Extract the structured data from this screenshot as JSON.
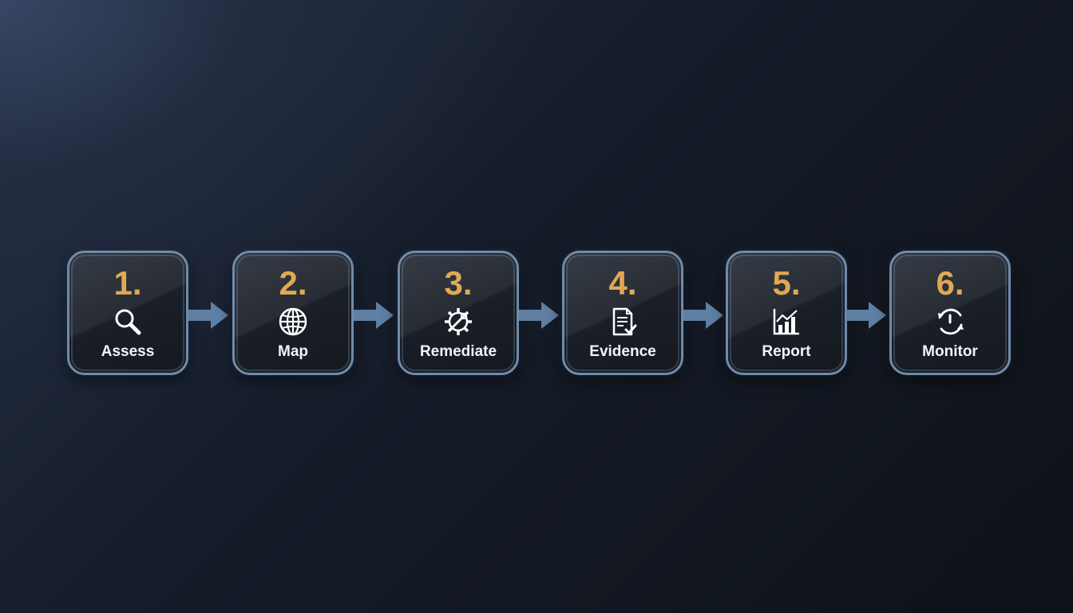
{
  "steps": [
    {
      "number": "1.",
      "label": "Assess",
      "icon": "magnifier-icon"
    },
    {
      "number": "2.",
      "label": "Map",
      "icon": "globe-icon"
    },
    {
      "number": "3.",
      "label": "Remediate",
      "icon": "gear-wrench-icon"
    },
    {
      "number": "4.",
      "label": "Evidence",
      "icon": "document-check-icon"
    },
    {
      "number": "5.",
      "label": "Report",
      "icon": "bar-chart-icon"
    },
    {
      "number": "6.",
      "label": "Monitor",
      "icon": "refresh-clock-icon"
    }
  ],
  "colors": {
    "number": "#e0a955",
    "label": "#f2f4f7",
    "border": "#6f8bab",
    "arrow": "#5f7fa3"
  }
}
